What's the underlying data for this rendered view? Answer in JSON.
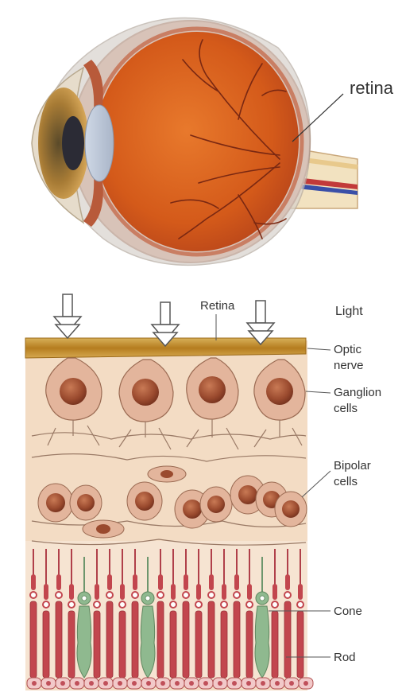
{
  "top_diagram": {
    "labels": {
      "retina": "retina"
    }
  },
  "bottom_diagram": {
    "labels": {
      "retina": "Retina",
      "light": "Light",
      "optic_nerve_line1": "Optic",
      "optic_nerve_line2": "nerve",
      "ganglion_line1": "Ganglion",
      "ganglion_line2": "cells",
      "bipolar_line1": "Bipolar",
      "bipolar_line2": "cells",
      "cone": "Cone",
      "rod": "Rod"
    }
  },
  "colors": {
    "sclera": "#c98b6e",
    "eye_interior": "#d9621f",
    "retina_layer_bg": "#f3dcc4",
    "cell_body": "#c9846a",
    "nucleus": "#9a4a2e",
    "rod": "#c2464e",
    "cone": "#8fb98f",
    "nerve_band": "#c98f2a"
  }
}
